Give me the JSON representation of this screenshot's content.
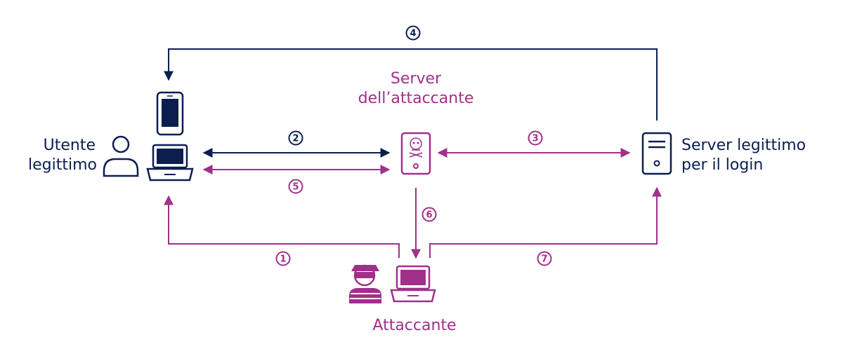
{
  "colors": {
    "navy": "#0a1e50",
    "magenta": "#a0308a"
  },
  "labels": {
    "user": [
      "Utente",
      "legittimo"
    ],
    "attacker_server": [
      "Server",
      "dell’attaccante"
    ],
    "legit_server": [
      "Server legittimo",
      "per il login"
    ],
    "attacker": "Attaccante"
  },
  "steps": [
    "1",
    "2",
    "3",
    "4",
    "5",
    "6",
    "7"
  ],
  "icons": [
    "person-icon",
    "smartphone-icon",
    "user-laptop-icon",
    "phishing-server-icon",
    "login-server-icon",
    "attacker-icon",
    "attacker-laptop-icon"
  ]
}
